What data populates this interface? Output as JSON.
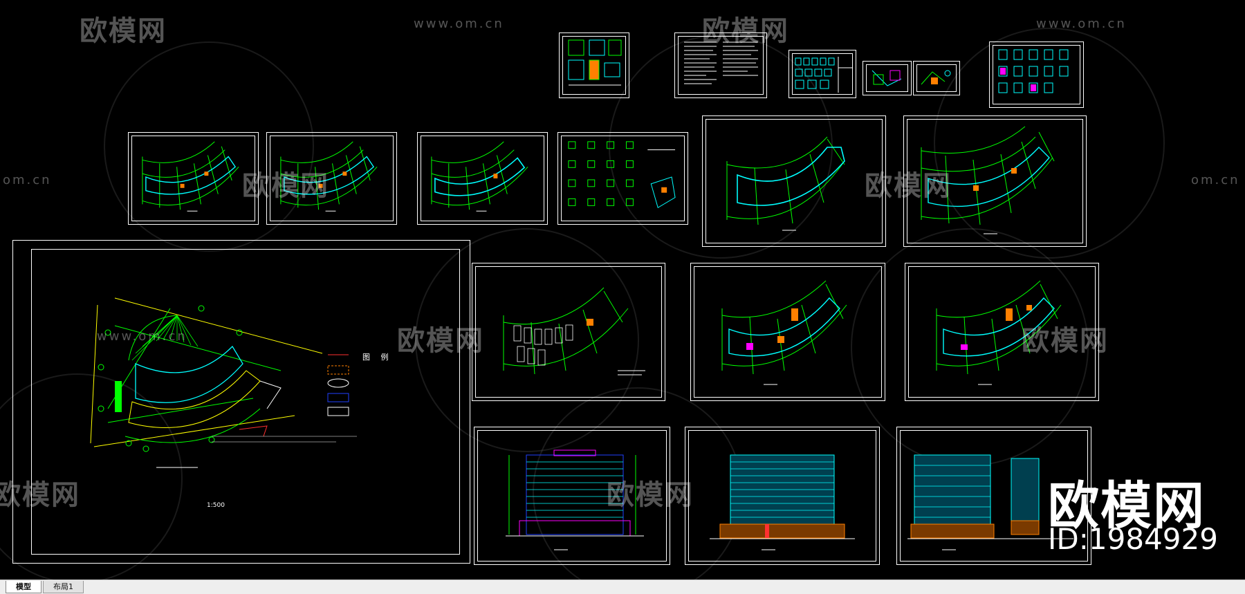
{
  "app": {
    "name": "CAD drawing viewer"
  },
  "tabs": [
    {
      "label": "模型",
      "active": true
    },
    {
      "label": "布局1",
      "active": false
    }
  ],
  "watermarks": {
    "logo_text": "欧模网",
    "url_text": "www.om.cn",
    "url_short": "om.cn"
  },
  "brand": {
    "logo": "欧模网",
    "id": "ID:1984929"
  },
  "site_plan": {
    "legend_title": "图  例",
    "scale": "1:500"
  },
  "colors": {
    "background": "#000000",
    "frame": "#ffffff",
    "grid": "#00ff00",
    "walls": "#00ffff",
    "accent": "#ff8000",
    "secondary": "#ff00ff",
    "red_line": "#ff3030",
    "yellow": "#ffff00",
    "blue": "#2040ff",
    "tabbar": "#eeeeee"
  }
}
